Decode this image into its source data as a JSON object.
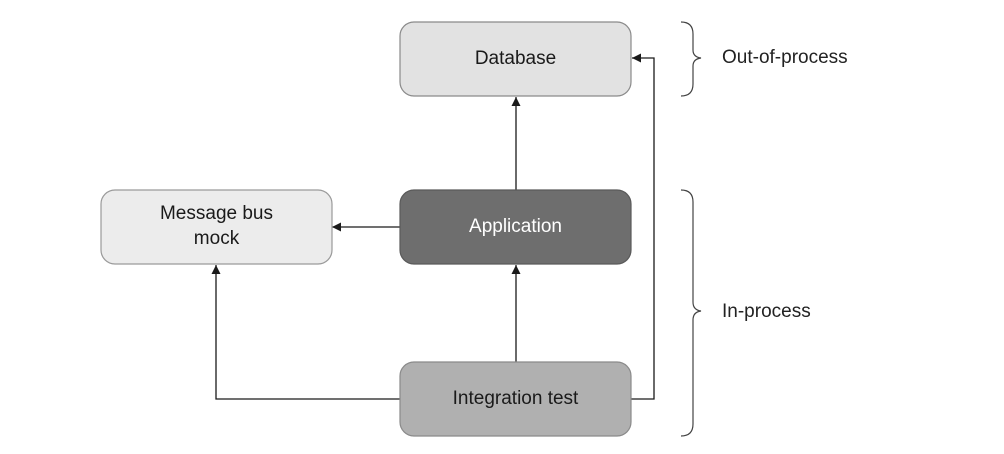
{
  "nodes": {
    "database": {
      "label": "Database",
      "fill": "#e2e2e2",
      "text_color": "#1a1a1a"
    },
    "application": {
      "label": "Application",
      "fill": "#6e6e6e",
      "text_color": "#ffffff"
    },
    "message_bus": {
      "line1": "Message bus",
      "line2": "mock",
      "fill": "#ececec",
      "text_color": "#1a1a1a"
    },
    "integration_test": {
      "label": "Integration test",
      "fill": "#b0b0b0",
      "text_color": "#1a1a1a"
    }
  },
  "groups": {
    "out_of_process": {
      "label": "Out-of-process"
    },
    "in_process": {
      "label": "In-process"
    }
  },
  "edges": [
    {
      "from": "Application",
      "to": "Database"
    },
    {
      "from": "Application",
      "to": "Message bus mock"
    },
    {
      "from": "Integration test",
      "to": "Application"
    },
    {
      "from": "Integration test",
      "to": "Message bus mock"
    },
    {
      "from": "Integration test",
      "to": "Database"
    }
  ],
  "colors": {
    "stroke": "#8a8a8a",
    "line": "#1a1a1a"
  }
}
